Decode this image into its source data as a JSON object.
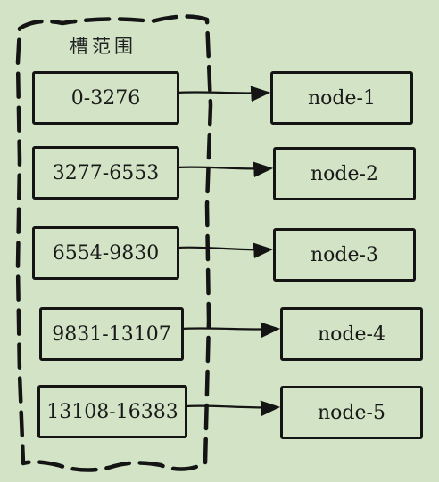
{
  "diagram": {
    "title": "槽范围",
    "colors": {
      "background": "#d2e4c5",
      "stroke": "#141414"
    },
    "rows": [
      {
        "range": "0-3276",
        "node": "node-1"
      },
      {
        "range": "3277-6553",
        "node": "node-2"
      },
      {
        "range": "6554-9830",
        "node": "node-3"
      },
      {
        "range": "9831-13107",
        "node": "node-4"
      },
      {
        "range": "13108-16383",
        "node": "node-5"
      }
    ]
  }
}
